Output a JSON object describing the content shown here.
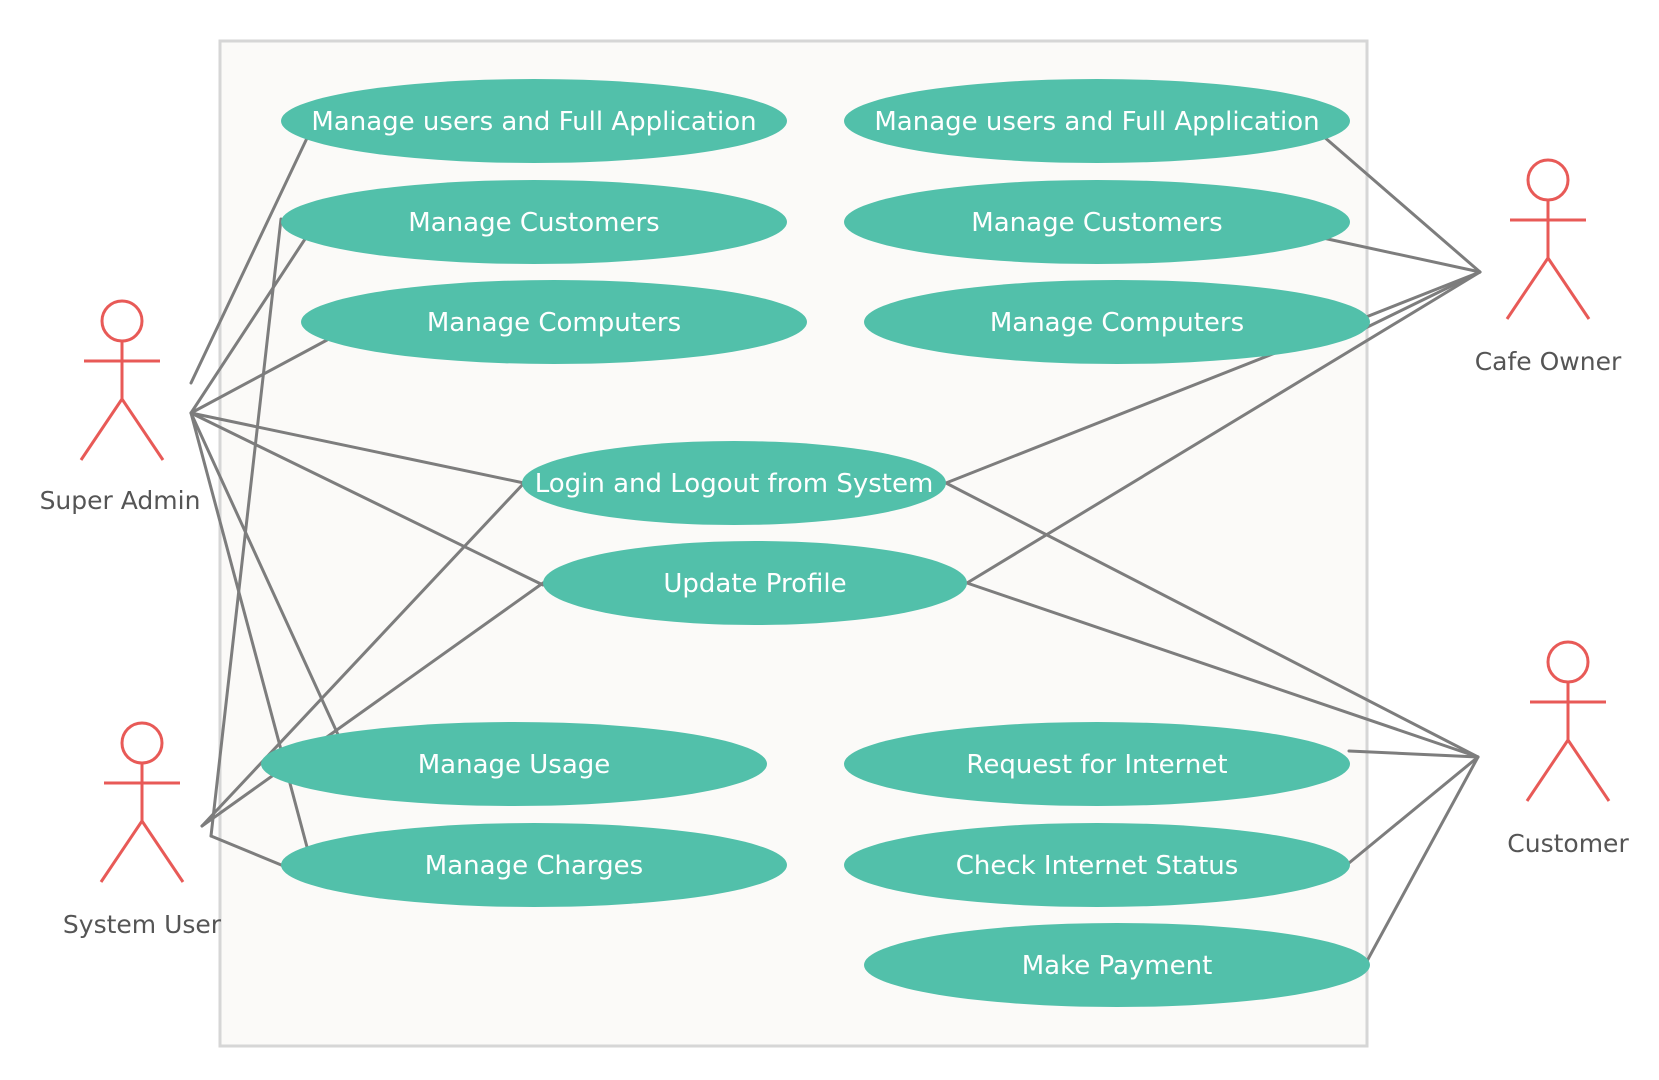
{
  "diagram": {
    "colors": {
      "boundary_fill": "#fbfaf8",
      "boundary_stroke": "#d6d6d6",
      "use_case_fill": "#52c0aa",
      "use_case_text": "#ffffff",
      "actor_stroke": "#e85a57",
      "actor_text": "#555555",
      "connector": "#7d7d7d"
    },
    "use_cases": [
      {
        "id": "uc_l_manage_users",
        "label": "Manage users and Full Application"
      },
      {
        "id": "uc_l_manage_customers",
        "label": "Manage Customers"
      },
      {
        "id": "uc_l_manage_computers",
        "label": "Manage Computers"
      },
      {
        "id": "uc_r_manage_users",
        "label": "Manage users and Full Application"
      },
      {
        "id": "uc_r_manage_customers",
        "label": "Manage Customers"
      },
      {
        "id": "uc_r_manage_computers",
        "label": "Manage Computers"
      },
      {
        "id": "uc_login",
        "label": "Login and Logout from System"
      },
      {
        "id": "uc_update_profile",
        "label": "Update Profile"
      },
      {
        "id": "uc_manage_usage",
        "label": "Manage Usage"
      },
      {
        "id": "uc_manage_charges",
        "label": "Manage Charges"
      },
      {
        "id": "uc_request_internet",
        "label": "Request for Internet"
      },
      {
        "id": "uc_check_status",
        "label": "Check Internet Status"
      },
      {
        "id": "uc_make_payment",
        "label": "Make Payment"
      }
    ],
    "actors": [
      {
        "id": "super_admin",
        "label": "Super Admin"
      },
      {
        "id": "system_user",
        "label": "System User"
      },
      {
        "id": "cafe_owner",
        "label": "Cafe Owner"
      },
      {
        "id": "customer",
        "label": "Customer"
      }
    ],
    "associations": [
      {
        "actor": "super_admin",
        "use_case": "uc_l_manage_users"
      },
      {
        "actor": "super_admin",
        "use_case": "uc_l_manage_customers"
      },
      {
        "actor": "super_admin",
        "use_case": "uc_l_manage_computers"
      },
      {
        "actor": "super_admin",
        "use_case": "uc_login"
      },
      {
        "actor": "super_admin",
        "use_case": "uc_update_profile"
      },
      {
        "actor": "super_admin",
        "use_case": "uc_manage_usage"
      },
      {
        "actor": "super_admin",
        "use_case": "uc_manage_charges"
      },
      {
        "actor": "system_user",
        "use_case": "uc_l_manage_customers"
      },
      {
        "actor": "system_user",
        "use_case": "uc_login"
      },
      {
        "actor": "system_user",
        "use_case": "uc_update_profile"
      },
      {
        "actor": "system_user",
        "use_case": "uc_manage_charges"
      },
      {
        "actor": "cafe_owner",
        "use_case": "uc_r_manage_users"
      },
      {
        "actor": "cafe_owner",
        "use_case": "uc_r_manage_customers"
      },
      {
        "actor": "cafe_owner",
        "use_case": "uc_r_manage_computers"
      },
      {
        "actor": "cafe_owner",
        "use_case": "uc_login"
      },
      {
        "actor": "cafe_owner",
        "use_case": "uc_update_profile"
      },
      {
        "actor": "customer",
        "use_case": "uc_login"
      },
      {
        "actor": "customer",
        "use_case": "uc_update_profile"
      },
      {
        "actor": "customer",
        "use_case": "uc_request_internet"
      },
      {
        "actor": "customer",
        "use_case": "uc_check_status"
      },
      {
        "actor": "customer",
        "use_case": "uc_make_payment"
      }
    ]
  }
}
